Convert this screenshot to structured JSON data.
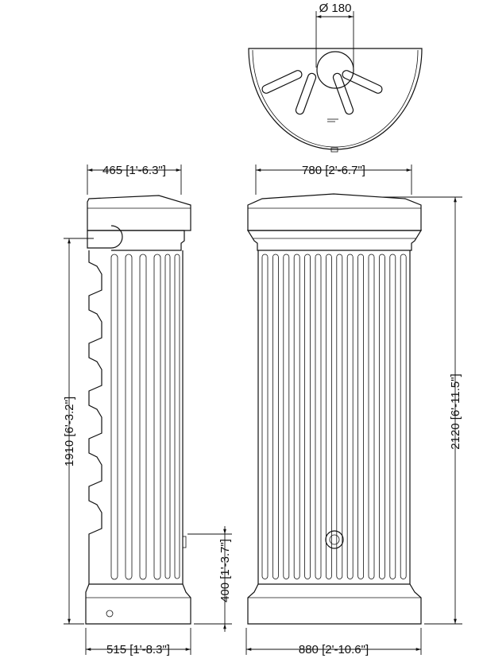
{
  "dimensions": {
    "hub_diameter": "Ø 180",
    "side_top_width": "465 [1'-6.3\"]",
    "front_top_width": "780 [2'-6.7\"]",
    "side_height": "1910 [6'-3.2\"]",
    "front_height": "2120 [6'-11.5\"]",
    "tap_height": "400 [1'-3.7\"]",
    "side_base_width": "515 [1'-8.3\"]",
    "front_base_width": "880 [2'-10.6\"]"
  },
  "colors": {
    "line": "#111111",
    "background": "#ffffff"
  }
}
